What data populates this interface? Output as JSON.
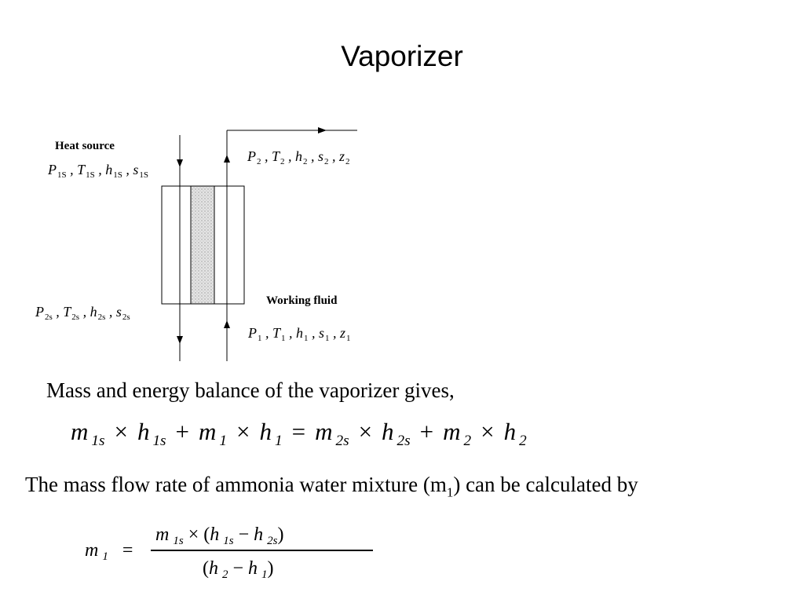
{
  "title": "Vaporizer",
  "diagram": {
    "heat_source_label": "Heat source",
    "working_fluid_label": "Working fluid",
    "heat_in_vars": "P1S , T1S , h1S , s1S",
    "heat_out_vars": "P2s , T2s , h2s , s2s",
    "fluid_out_vars": "P2 , T2 , h2 , s2 , z2",
    "fluid_in_vars": "P1 , T1 , h1 , s1 , z1"
  },
  "text": {
    "balance_intro": "Mass and energy balance of the vaporizer gives,",
    "balance_equation": "m1s × h1s + m1 × h1 = m2s × h2s + m2 × h2",
    "flow_rate_intro": "The mass flow rate of ammonia water mixture (m1) can be calculated by",
    "flow_rate_equation": "m1 = m1s × (h1s − h2s) / (h2 − h1)"
  }
}
